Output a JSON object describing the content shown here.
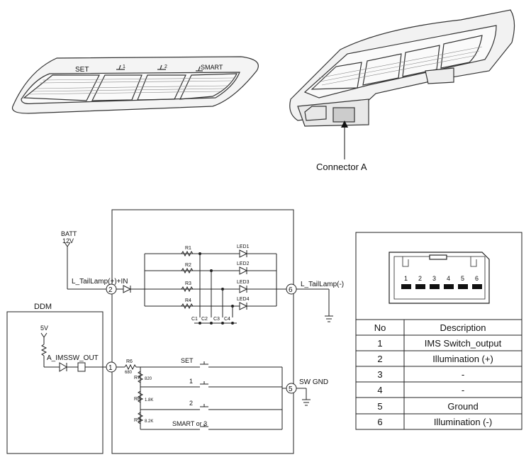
{
  "module_labels": {
    "set": "SET",
    "seat1": "1",
    "seat2": "2",
    "smart": "SMART"
  },
  "connector_callout": "Connector A",
  "circuit": {
    "batt": "BATT",
    "batt_voltage": "12V",
    "tail_in": "L_TailLamp(+)+IN",
    "tail_out": "L_TailLamp(-)",
    "ddm": "DDM",
    "vcc": "5V",
    "imssw_out": "A_IMSSW_OUT",
    "sw_gnd": "SW GND",
    "pins": [
      "1",
      "2",
      "5",
      "6"
    ],
    "resistors": [
      {
        "name": "R1",
        "value": ""
      },
      {
        "name": "R2",
        "value": ""
      },
      {
        "name": "R3",
        "value": ""
      },
      {
        "name": "R4",
        "value": ""
      },
      {
        "name": "R6",
        "value": "680"
      },
      {
        "name": "R7",
        "value": "820"
      },
      {
        "name": "R8",
        "value": "1.8K"
      },
      {
        "name": "R9",
        "value": "8.2K"
      }
    ],
    "leds": [
      "LED1",
      "LED2",
      "LED3",
      "LED4"
    ],
    "caps": [
      "C1",
      "C2",
      "C3",
      "C4"
    ],
    "switches": [
      "SET",
      "1",
      "2",
      "SMART or 3"
    ]
  },
  "connector": {
    "pin_numbers": [
      "1",
      "2",
      "3",
      "4",
      "5",
      "6"
    ],
    "table": {
      "headers": [
        "No",
        "Description"
      ],
      "rows": [
        [
          "1",
          "IMS Switch_output"
        ],
        [
          "2",
          "Illumination (+)"
        ],
        [
          "3",
          "-"
        ],
        [
          "4",
          "-"
        ],
        [
          "5",
          "Ground"
        ],
        [
          "6",
          "Illumination (-)"
        ]
      ]
    }
  }
}
